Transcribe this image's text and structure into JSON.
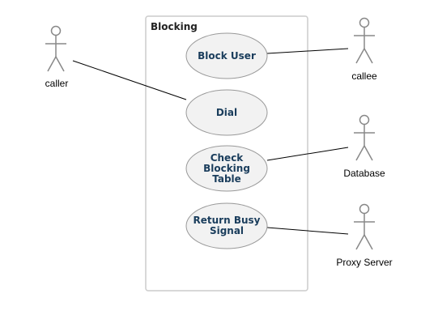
{
  "boundary": {
    "title": "Blocking"
  },
  "use_cases": [
    {
      "id": "block-user",
      "label": "Block User"
    },
    {
      "id": "dial",
      "label": "Dial"
    },
    {
      "id": "check-blocking-table",
      "label": "Check\nBlocking\nTable"
    },
    {
      "id": "return-busy-signal",
      "label": "Return Busy\nSignal"
    }
  ],
  "actors": [
    {
      "id": "caller",
      "label": "caller"
    },
    {
      "id": "callee",
      "label": "callee"
    },
    {
      "id": "database",
      "label": "Database"
    },
    {
      "id": "proxy-server",
      "label": "Proxy Server"
    }
  ],
  "colors": {
    "usecase_fill": "#f2f2f2",
    "usecase_stroke": "#999999",
    "usecase_text": "#1a3d5c",
    "boundary_stroke": "#cccccc",
    "actor_stroke": "#888888",
    "line": "#000000"
  }
}
